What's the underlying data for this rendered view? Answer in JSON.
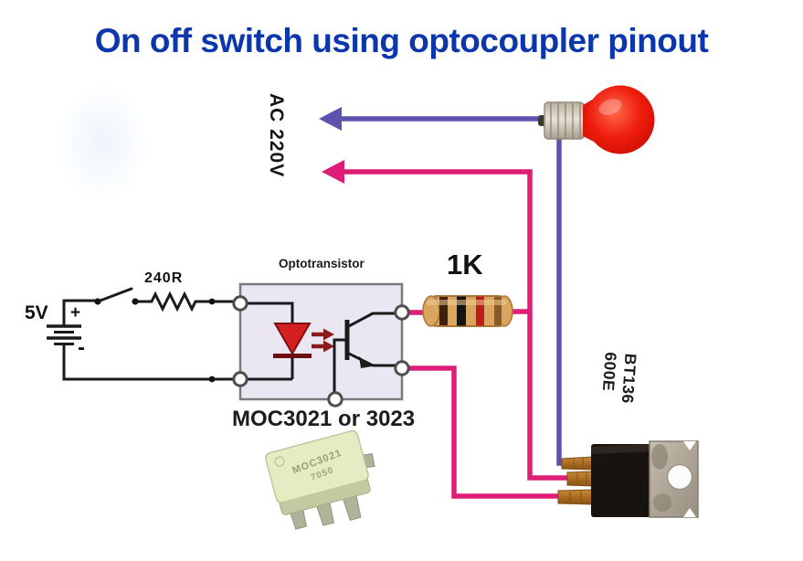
{
  "title": "On off switch using optocoupler pinout",
  "schematic": {
    "ac_label": "AC 220V",
    "supply_label": "5V",
    "battery_positive": "+",
    "battery_negative": "-",
    "input_resistor_label": "240R",
    "optocoupler_box_label": "Optotransistor",
    "optocoupler_part_label": "MOC3021 or 3023",
    "gate_resistor_label": "1K",
    "triac_label_line1": "BT136",
    "triac_label_line2": "600E",
    "chip_marking_line1": "MOC3021",
    "chip_marking_line2": "7050"
  },
  "colors": {
    "title_blue": "#0c36ac",
    "live_wire_purple": "#5d52ae",
    "load_wire_pink": "#de1e76",
    "schematic_black": "#1a1a1a",
    "opto_box_fill": "#eae7f3",
    "led_red": "#d42020",
    "resistor_body_tan": "#d9a55f",
    "bulb_red": "#e81408"
  }
}
